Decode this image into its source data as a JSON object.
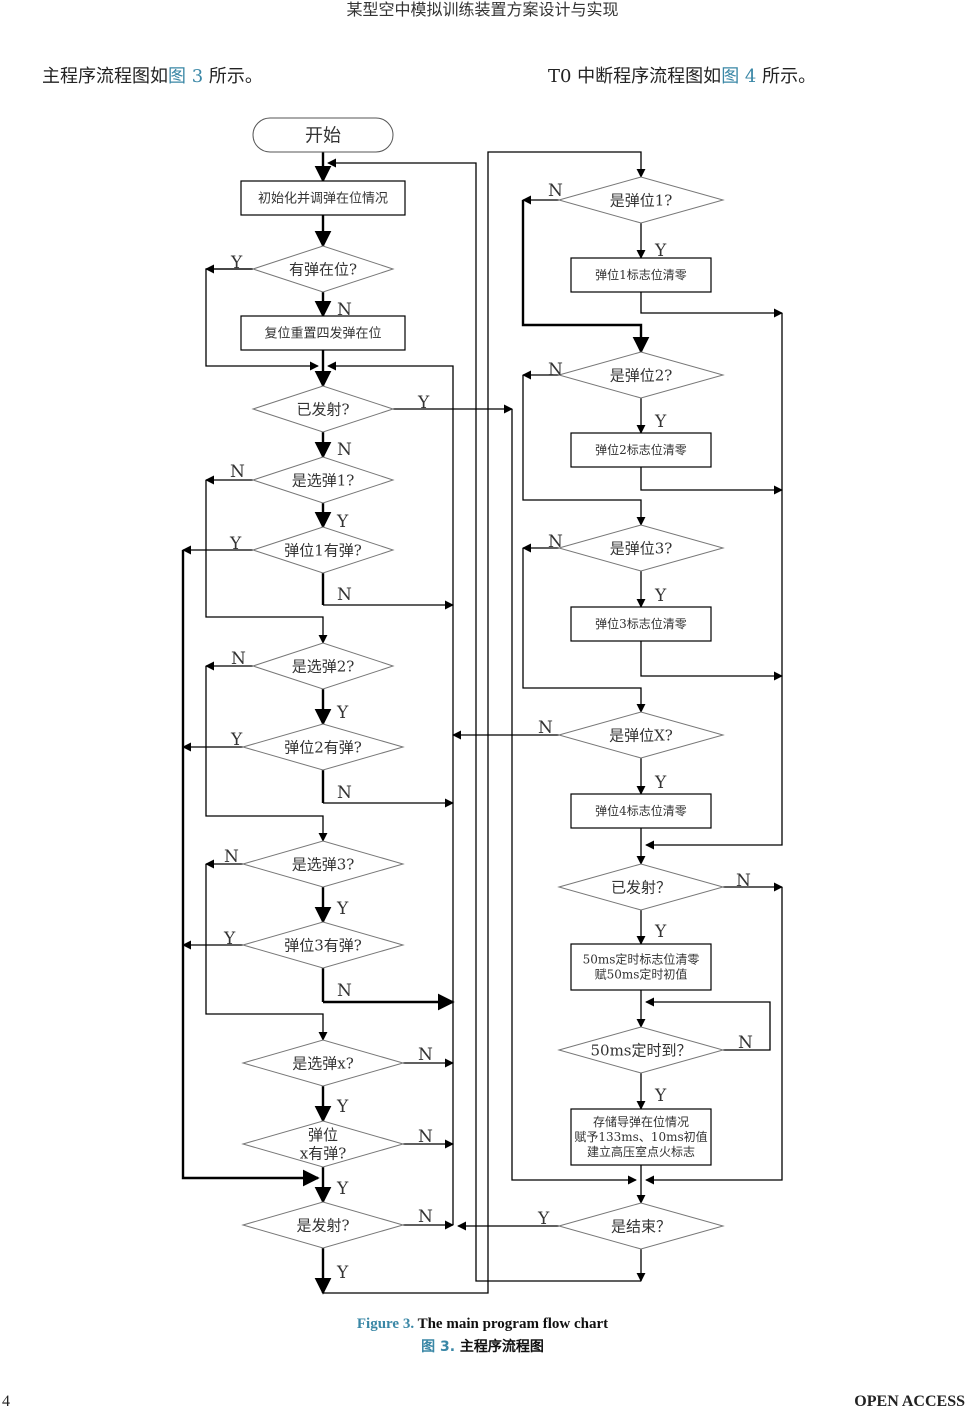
{
  "header": {
    "running_title": "某型空中模拟训练装置方案设计与实现"
  },
  "intro": {
    "left": {
      "before": "主程序流程图如",
      "ref": "图 3",
      "after": " 所示。"
    },
    "right": {
      "before": "T0 中断程序流程图如",
      "ref": "图 4",
      "after": " 所示。"
    }
  },
  "colors": {
    "link": "#3a87a6",
    "line": "#000000",
    "shape_border": "#555555"
  },
  "flowchart": {
    "nodes": {
      "start": {
        "type": "terminal",
        "lines": [
          "开始"
        ]
      },
      "init": {
        "type": "process",
        "lines": [
          "初始化并调弹在位情况"
        ]
      },
      "has_missile": {
        "type": "decision",
        "lines": [
          "有弹在位?"
        ]
      },
      "reset4": {
        "type": "process",
        "lines": [
          "复位重置四发弹在位"
        ]
      },
      "fired": {
        "type": "decision",
        "lines": [
          "已发射?"
        ]
      },
      "sel1": {
        "type": "decision",
        "lines": [
          "是选弹1?"
        ]
      },
      "pos1_has": {
        "type": "decision",
        "lines": [
          "弹位1有弹?"
        ]
      },
      "sel2": {
        "type": "decision",
        "lines": [
          "是选弹2?"
        ]
      },
      "pos2_has": {
        "type": "decision",
        "lines": [
          "弹位2有弹?"
        ]
      },
      "sel3": {
        "type": "decision",
        "lines": [
          "是选弹3?"
        ]
      },
      "pos3_has": {
        "type": "decision",
        "lines": [
          "弹位3有弹?"
        ]
      },
      "selx": {
        "type": "decision",
        "lines": [
          "是选弹x?"
        ]
      },
      "posx_has": {
        "type": "decision",
        "lines": [
          "弹位",
          "x有弹?"
        ]
      },
      "launch": {
        "type": "decision",
        "lines": [
          "是发射?"
        ]
      },
      "is_pos1": {
        "type": "decision",
        "lines": [
          "是弹位1?"
        ]
      },
      "clr1": {
        "type": "process",
        "lines": [
          "弹位1标志位清零"
        ]
      },
      "is_pos2": {
        "type": "decision",
        "lines": [
          "是弹位2?"
        ]
      },
      "clr2": {
        "type": "process",
        "lines": [
          "弹位2标志位清零"
        ]
      },
      "is_pos3": {
        "type": "decision",
        "lines": [
          "是弹位3?"
        ]
      },
      "clr3": {
        "type": "process",
        "lines": [
          "弹位3标志位清零"
        ]
      },
      "is_posx": {
        "type": "decision",
        "lines": [
          "是弹位X?"
        ]
      },
      "clr4": {
        "type": "process",
        "lines": [
          "弹位4标志位清零"
        ]
      },
      "fired2": {
        "type": "decision",
        "lines": [
          "已发射？"
        ]
      },
      "timer_init": {
        "type": "process",
        "lines": [
          "50ms定时标志位清零",
          "赋50ms定时初值"
        ]
      },
      "timer_done": {
        "type": "decision",
        "lines": [
          "50ms定时到？"
        ]
      },
      "store": {
        "type": "process",
        "lines": [
          "存储导弹在位情况",
          "赋予133ms、10ms初值",
          "建立高压室点火标志"
        ]
      },
      "is_end": {
        "type": "decision",
        "lines": [
          "是结束？"
        ]
      }
    },
    "edge_labels": {
      "yes": "Y",
      "no": "N"
    }
  },
  "caption": {
    "en_fig": "Figure 3.",
    "en_text": " The main program flow chart",
    "zh_fig": "图 3.",
    "zh_text": "  主程序流程图"
  },
  "footer": {
    "page_number": "4",
    "open_access": "OPEN ACCESS"
  }
}
